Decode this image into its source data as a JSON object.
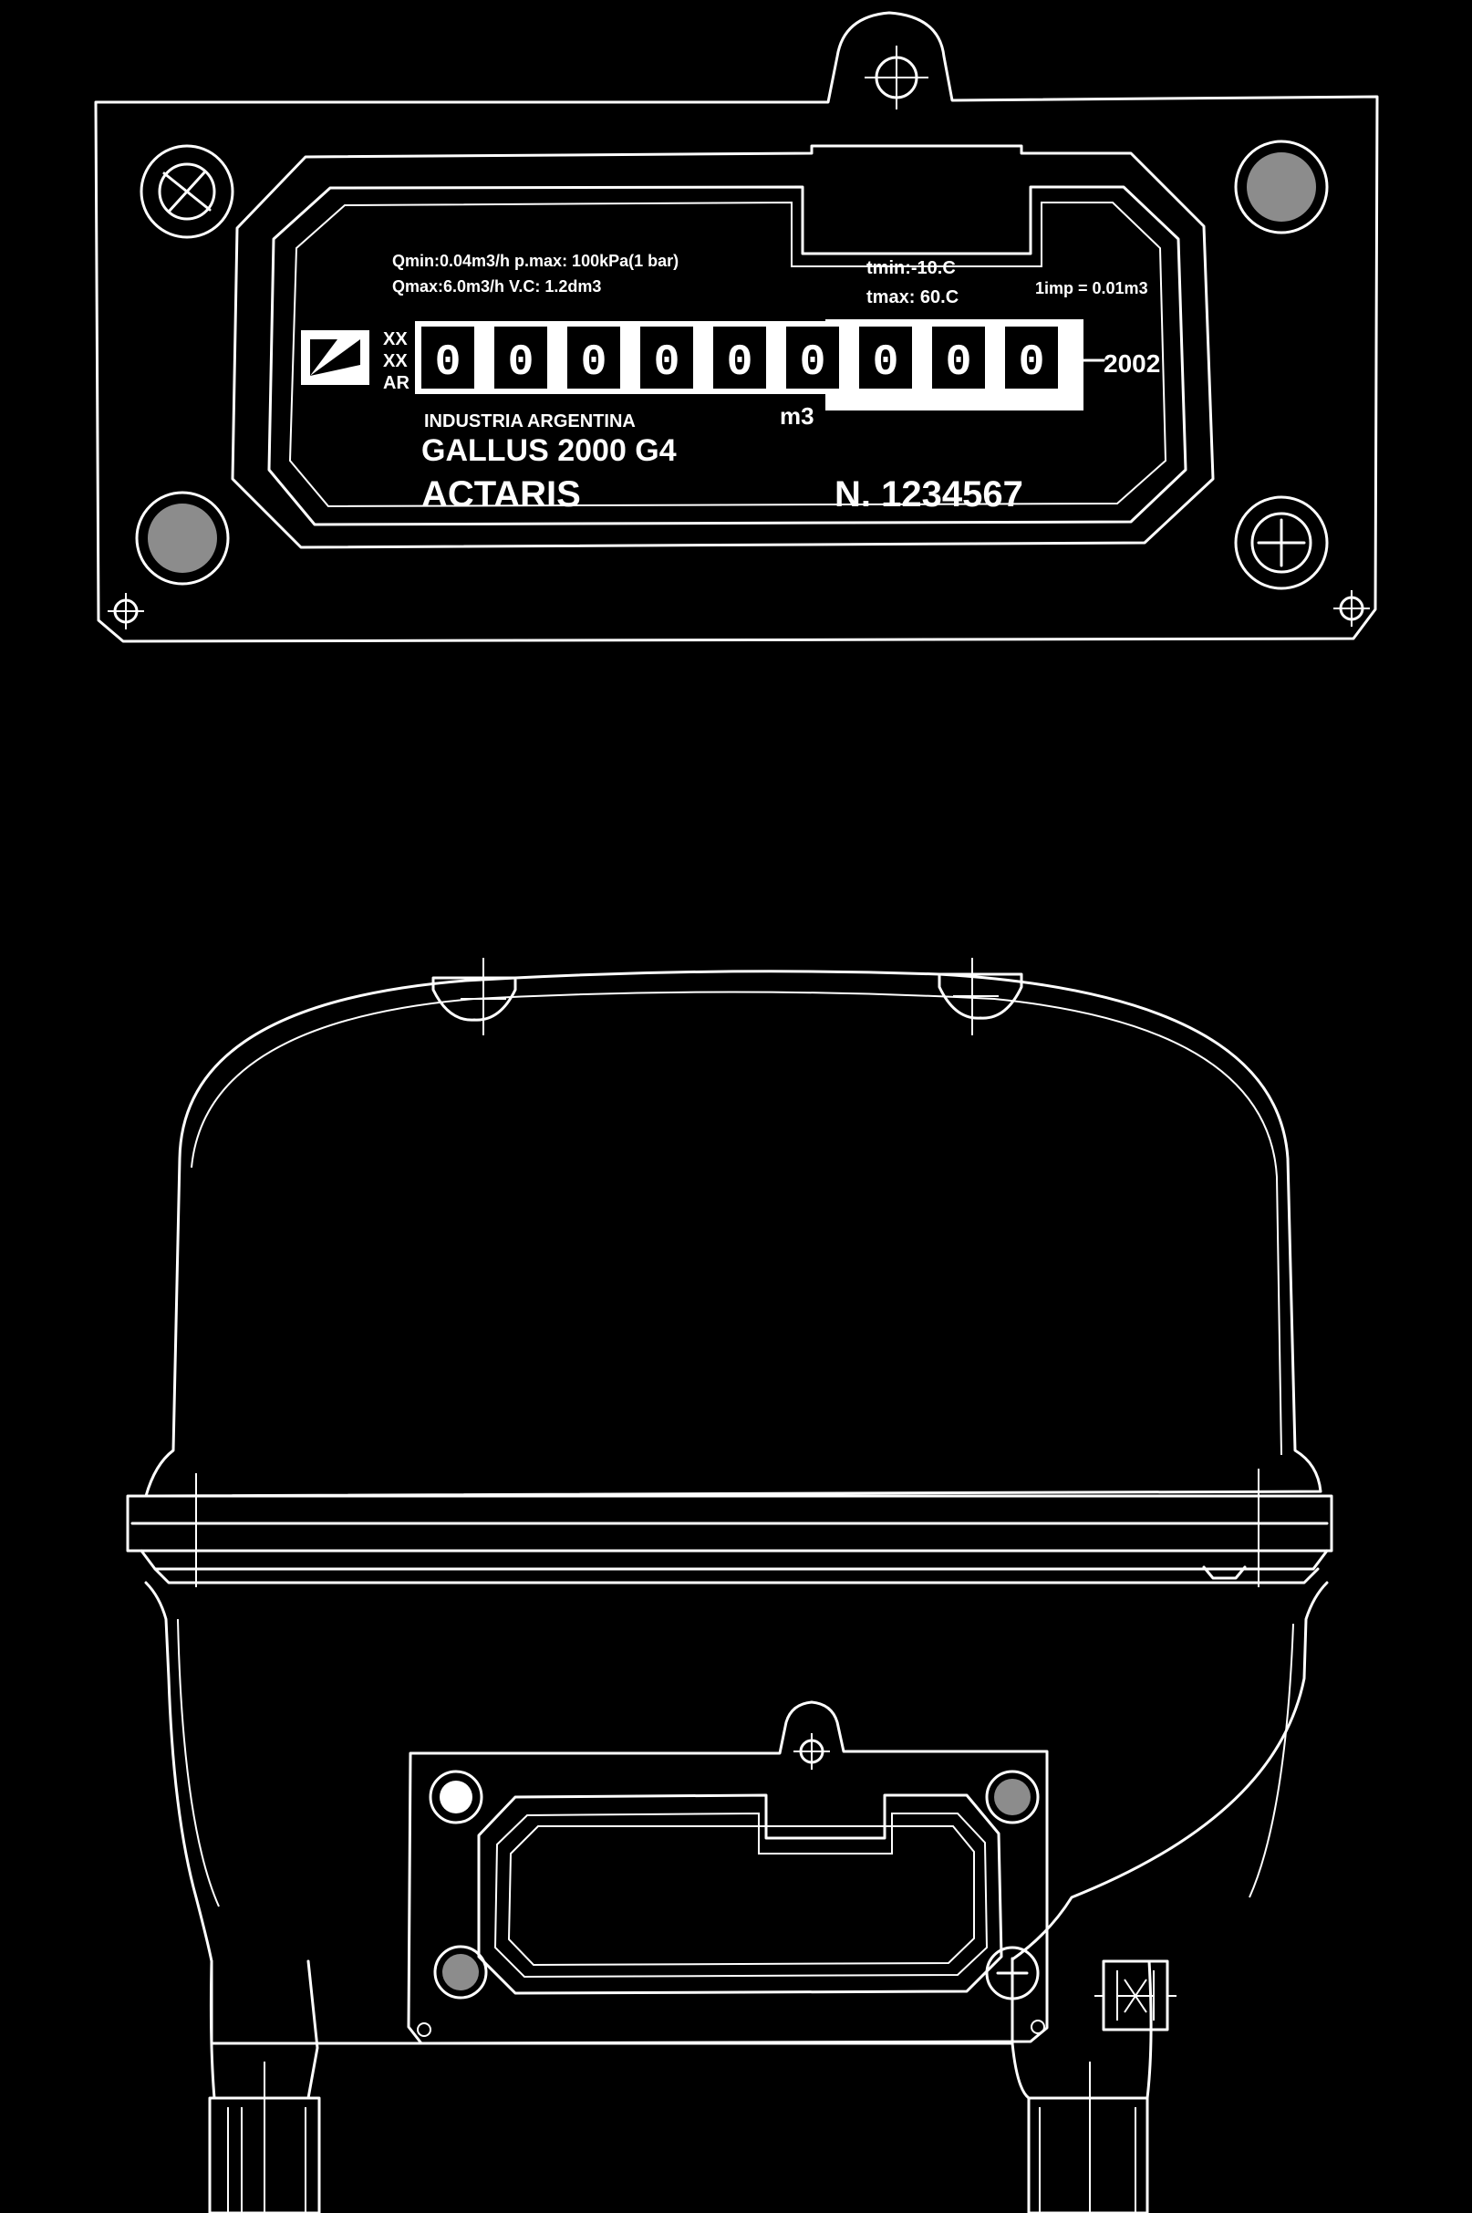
{
  "plate": {
    "model": "GALLUS 2000 G4",
    "brand": "ACTARIS",
    "serial": "N. 1234567",
    "year": "2002",
    "unit": "m3",
    "spec_line1": "Qmin:0.04m3/h    p.max: 100kPa(1 bar)",
    "spec_line2": "Qmax:6.0m3/h    V.C: 1.2dm3",
    "temp_min": "tmin:-10.C",
    "temp_max": "tmax: 60.C",
    "cyclic_volume": "1imp = 0.01m3",
    "marking": "INDUSTRIA ARGENTINA",
    "counter_digits": [
      "0",
      "0",
      "0",
      "0",
      "0",
      "0",
      "0",
      "0",
      "0"
    ],
    "approval_marks": [
      "XX",
      "XX",
      "AR"
    ]
  },
  "icons": {
    "logo": "company-logo-icon",
    "seal_screw": "seal-screw-icon",
    "cross_screw": "cross-screw-icon"
  },
  "colors": {
    "background": "#000000",
    "lines": "#ffffff"
  }
}
